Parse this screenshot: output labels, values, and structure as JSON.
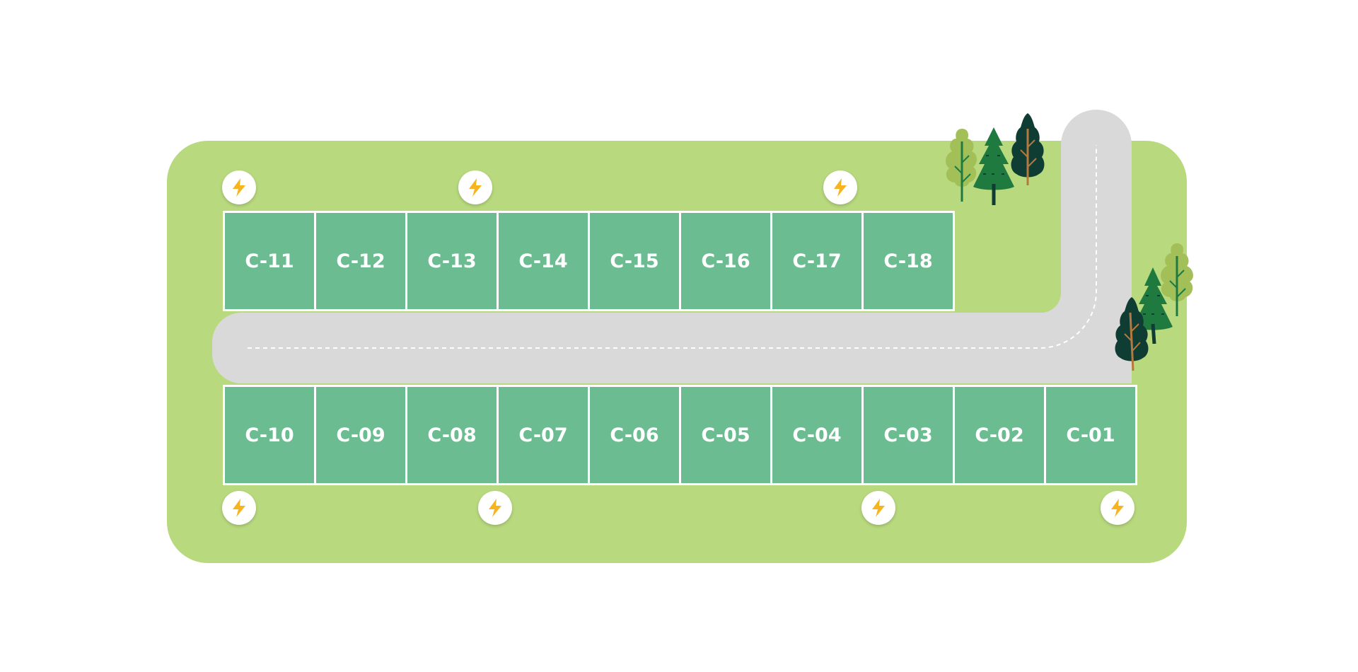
{
  "map": {
    "top_row": [
      "C-11",
      "C-12",
      "C-13",
      "C-14",
      "C-15",
      "C-16",
      "C-17",
      "C-18"
    ],
    "bottom_row": [
      "C-10",
      "C-09",
      "C-08",
      "C-07",
      "C-06",
      "C-05",
      "C-04",
      "C-03",
      "C-02",
      "C-01"
    ],
    "chargers_count": 7,
    "colors": {
      "grass": "#b8d97e",
      "road": "#d9d9d9",
      "spot": "#6bbd91",
      "bolt": "#f6b51e",
      "tree_light": "#a3bf58",
      "tree_mid": "#1e7a3e",
      "tree_dark": "#0f3d34"
    },
    "icons": {
      "charger": "ev-charger-icon",
      "tree": "tree-icon"
    }
  }
}
